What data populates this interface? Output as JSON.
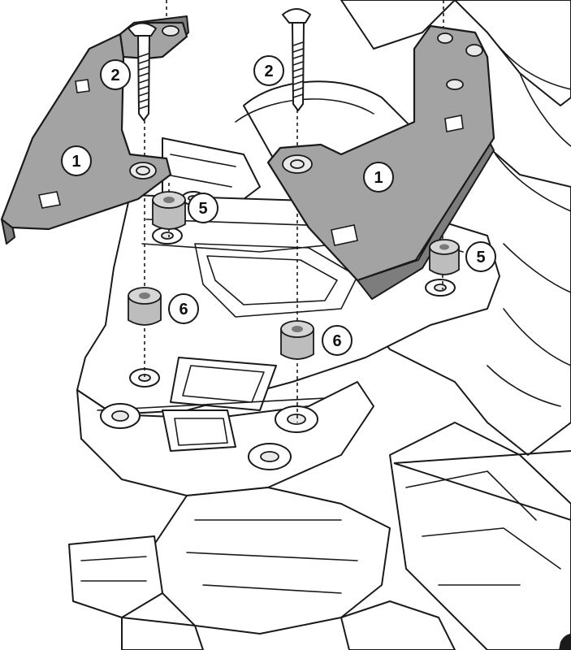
{
  "callouts": {
    "bracket_left": "1",
    "bracket_right": "1",
    "screw_left": "2",
    "screw_right": "2",
    "spacer_short_left": "5",
    "spacer_short_right": "5",
    "spacer_tall_left": "6",
    "spacer_tall_center": "6"
  },
  "colors": {
    "bracket_fill": "#a3a3a3",
    "spacer_fill": "#bdbdbd",
    "line": "#1a1a1a",
    "background": "#ffffff"
  }
}
